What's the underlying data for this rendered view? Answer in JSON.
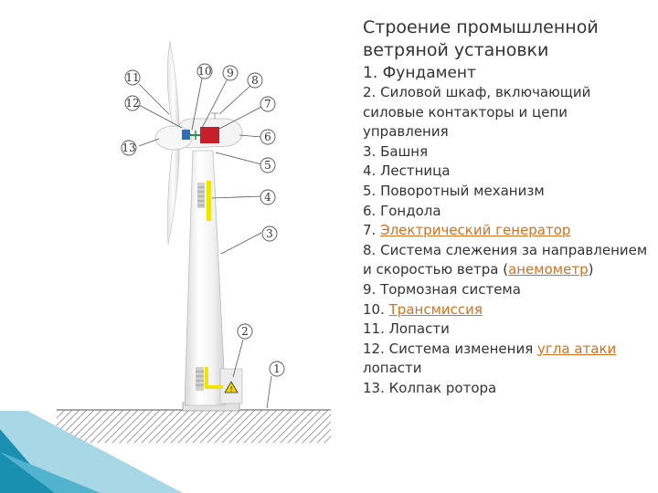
{
  "title": "Строение промышленной ветряной установки",
  "items": [
    {
      "num": "1.",
      "pre": "Фундамент",
      "link": "",
      "post": ""
    },
    {
      "num": "2.",
      "pre": "Силовой шкаф, включающий силовые контакторы и цепи управления",
      "link": "",
      "post": ""
    },
    {
      "num": "3.",
      "pre": "Башня",
      "link": "",
      "post": ""
    },
    {
      "num": "4.",
      "pre": "Лестница",
      "link": "",
      "post": ""
    },
    {
      "num": "5.",
      "pre": "Поворотный механизм",
      "link": "",
      "post": ""
    },
    {
      "num": "6.",
      "pre": "Гондола",
      "link": "",
      "post": ""
    },
    {
      "num": "7.",
      "pre": "",
      "link": "Электрический генератор",
      "post": ""
    },
    {
      "num": "8.",
      "pre": "Система слежения за направлением и скоростью ветра (",
      "link": "анемометр",
      "post": ")"
    },
    {
      "num": "9.",
      "pre": "Тормозная система",
      "link": "",
      "post": ""
    },
    {
      "num": "10.",
      "pre": "",
      "link": "Трансмиссия",
      "post": ""
    },
    {
      "num": "11.",
      "pre": "Лопасти",
      "link": "",
      "post": ""
    },
    {
      "num": "12.",
      "pre": "Система изменения ",
      "link": "угла атаки",
      "post": " лопасти"
    },
    {
      "num": "13.",
      "pre": "Колпак ротора",
      "link": "",
      "post": ""
    }
  ],
  "callouts": [
    "1",
    "2",
    "3",
    "4",
    "5",
    "6",
    "7",
    "8",
    "9",
    "10",
    "11",
    "12",
    "13"
  ],
  "colors": {
    "text": "#333333",
    "link": "#d4701f",
    "generator": "#c8202a",
    "yaw_motor": "#2f6fb3",
    "ladder_highlight": "#f2e400",
    "accent_teal": "#1a8fb0"
  }
}
